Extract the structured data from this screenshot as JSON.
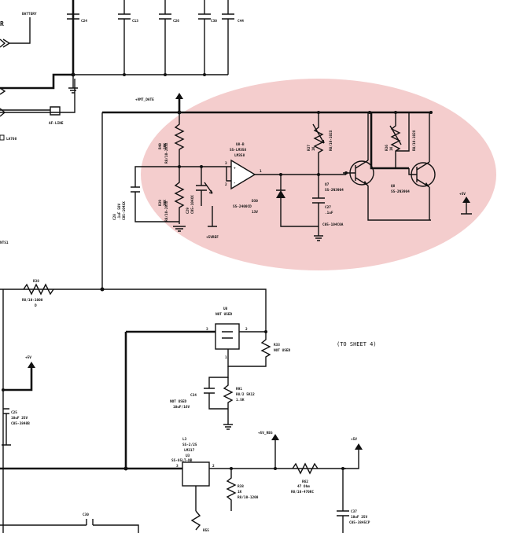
{
  "highlight": {
    "color": "#f2c4c4"
  },
  "top": {
    "sheet_letter": "R",
    "battery_label": "BATTERY",
    "caps": [
      "C24",
      "C13",
      "C26",
      "C30",
      "C44"
    ]
  },
  "left": {
    "af_line": "AF-LINE",
    "la_label": "LA708",
    "left_edge_label": "NTS1"
  },
  "circuit": {
    "vmt": "+VMT_DATE",
    "opamp_ref": "U8-B",
    "opamp_part": "SS-LM358",
    "opamp_name": "LM358",
    "res_top_left": [
      "R40",
      "20K",
      "R8/10-203X"
    ],
    "res_bot_left": [
      "R39",
      "20K",
      "R8/10-203X"
    ],
    "cap_left": [
      "C28",
      ".1uF 50V",
      "C05-104XX"
    ],
    "cap_mid": [
      "C29",
      "C05-104XX"
    ],
    "res_top_right": [
      "R37",
      "1K",
      "R8/10-102X"
    ],
    "res_far_right": [
      "R36",
      "1K",
      "R8/10-102X"
    ],
    "diode": [
      "D30",
      "SS-2400CD",
      "13V"
    ],
    "q_left": [
      "Q7",
      "SS-2N3904"
    ],
    "q_right": [
      "Q8",
      "SS-2N3904"
    ],
    "cap_bot": [
      "C27",
      ".1uF",
      "C05-104C0A"
    ],
    "pos5vref": "+5VREF",
    "pos5v": "+5V",
    "pin2": "2",
    "pin3": "3",
    "pin1": "1"
  },
  "lower": {
    "r_left": [
      "R38",
      "R8/10-1000",
      "D"
    ],
    "reg_top": [
      "U8",
      "NOT USED"
    ],
    "r_vreg": [
      "R33",
      "NOT USED"
    ],
    "to_sheet": "(TO SHEET 4)",
    "vcc": "+5V",
    "c_nu": [
      "C34",
      "NOT USED",
      "10uF/16V"
    ],
    "r_tr": [
      "R91",
      "R8/2 5K12",
      "1.5K"
    ],
    "c_left_bot": [
      "C25",
      "10uF 25V",
      "C05-3848B"
    ],
    "reg_bot": [
      "L3",
      "SS-2/25",
      "LM317",
      "U3",
      "SS-05LT-NB"
    ],
    "pos5v_reg": "+5V_REG",
    "pos5v_b": "+5V",
    "r_bot_mid": [
      "R38",
      "1K",
      "R8/10-1200"
    ],
    "r_bot_right": [
      "R62",
      "47 Ohm",
      "R8/10-470KC"
    ],
    "c_bot_right": [
      "C37",
      "10uF 25V",
      "C05-3845CP"
    ],
    "c_bot_left": [
      "C30"
    ],
    "r_bot_tiny": [
      "R55"
    ],
    "pin_labels": [
      "3",
      "2",
      "1",
      "3",
      "2"
    ]
  }
}
